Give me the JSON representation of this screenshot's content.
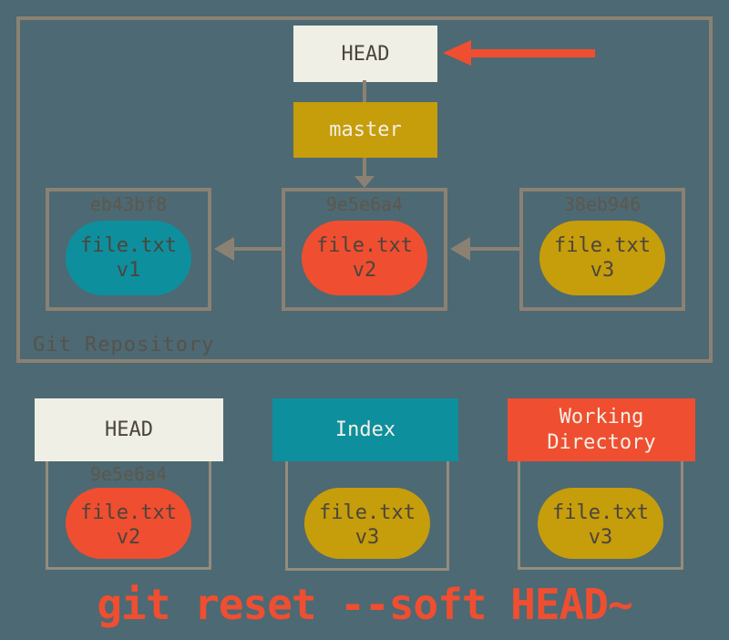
{
  "colors": {
    "background": "#4D6973",
    "border_gray": "#8B8173",
    "tree_border_gray": "#948C7D",
    "cream": "#F0EFE6",
    "gold": "#C69D0B",
    "teal": "#0E8F9D",
    "red": "#F04E30",
    "text_dark": "#4B453D",
    "text_light": "#F2F0E7",
    "hash_gray": "#5E574B"
  },
  "icons": {
    "head_pointer_arrow": "left-arrow-red",
    "commit_parent_arrow": "left-arrow-gray",
    "branch_to_commit_arrow": "down-arrow-gray"
  },
  "repository": {
    "label": "Git Repository",
    "head_ref": "HEAD",
    "branch_ref": "master",
    "commits": [
      {
        "hash": "eb43bf8",
        "file": "file.txt",
        "version": "v1",
        "blob_color": "#0E8F9D"
      },
      {
        "hash": "9e5e6a4",
        "file": "file.txt",
        "version": "v2",
        "blob_color": "#F04E30"
      },
      {
        "hash": "38eb946",
        "file": "file.txt",
        "version": "v3",
        "blob_color": "#C69D0B"
      }
    ]
  },
  "trees": [
    {
      "title": "HEAD",
      "header_bg": "#F0EFE6",
      "header_fg": "#4B453D",
      "hash": "9e5e6a4",
      "file": "file.txt",
      "version": "v2",
      "blob_color": "#F04E30"
    },
    {
      "title": "Index",
      "header_bg": "#0E8F9D",
      "header_fg": "#F2F0E7",
      "hash": "",
      "file": "file.txt",
      "version": "v3",
      "blob_color": "#C69D0B"
    },
    {
      "title": "Working Directory",
      "header_bg": "#F04E30",
      "header_fg": "#F2F0E7",
      "hash": "",
      "file": "file.txt",
      "version": "v3",
      "blob_color": "#C69D0B"
    }
  ],
  "caption": "git reset --soft HEAD~"
}
